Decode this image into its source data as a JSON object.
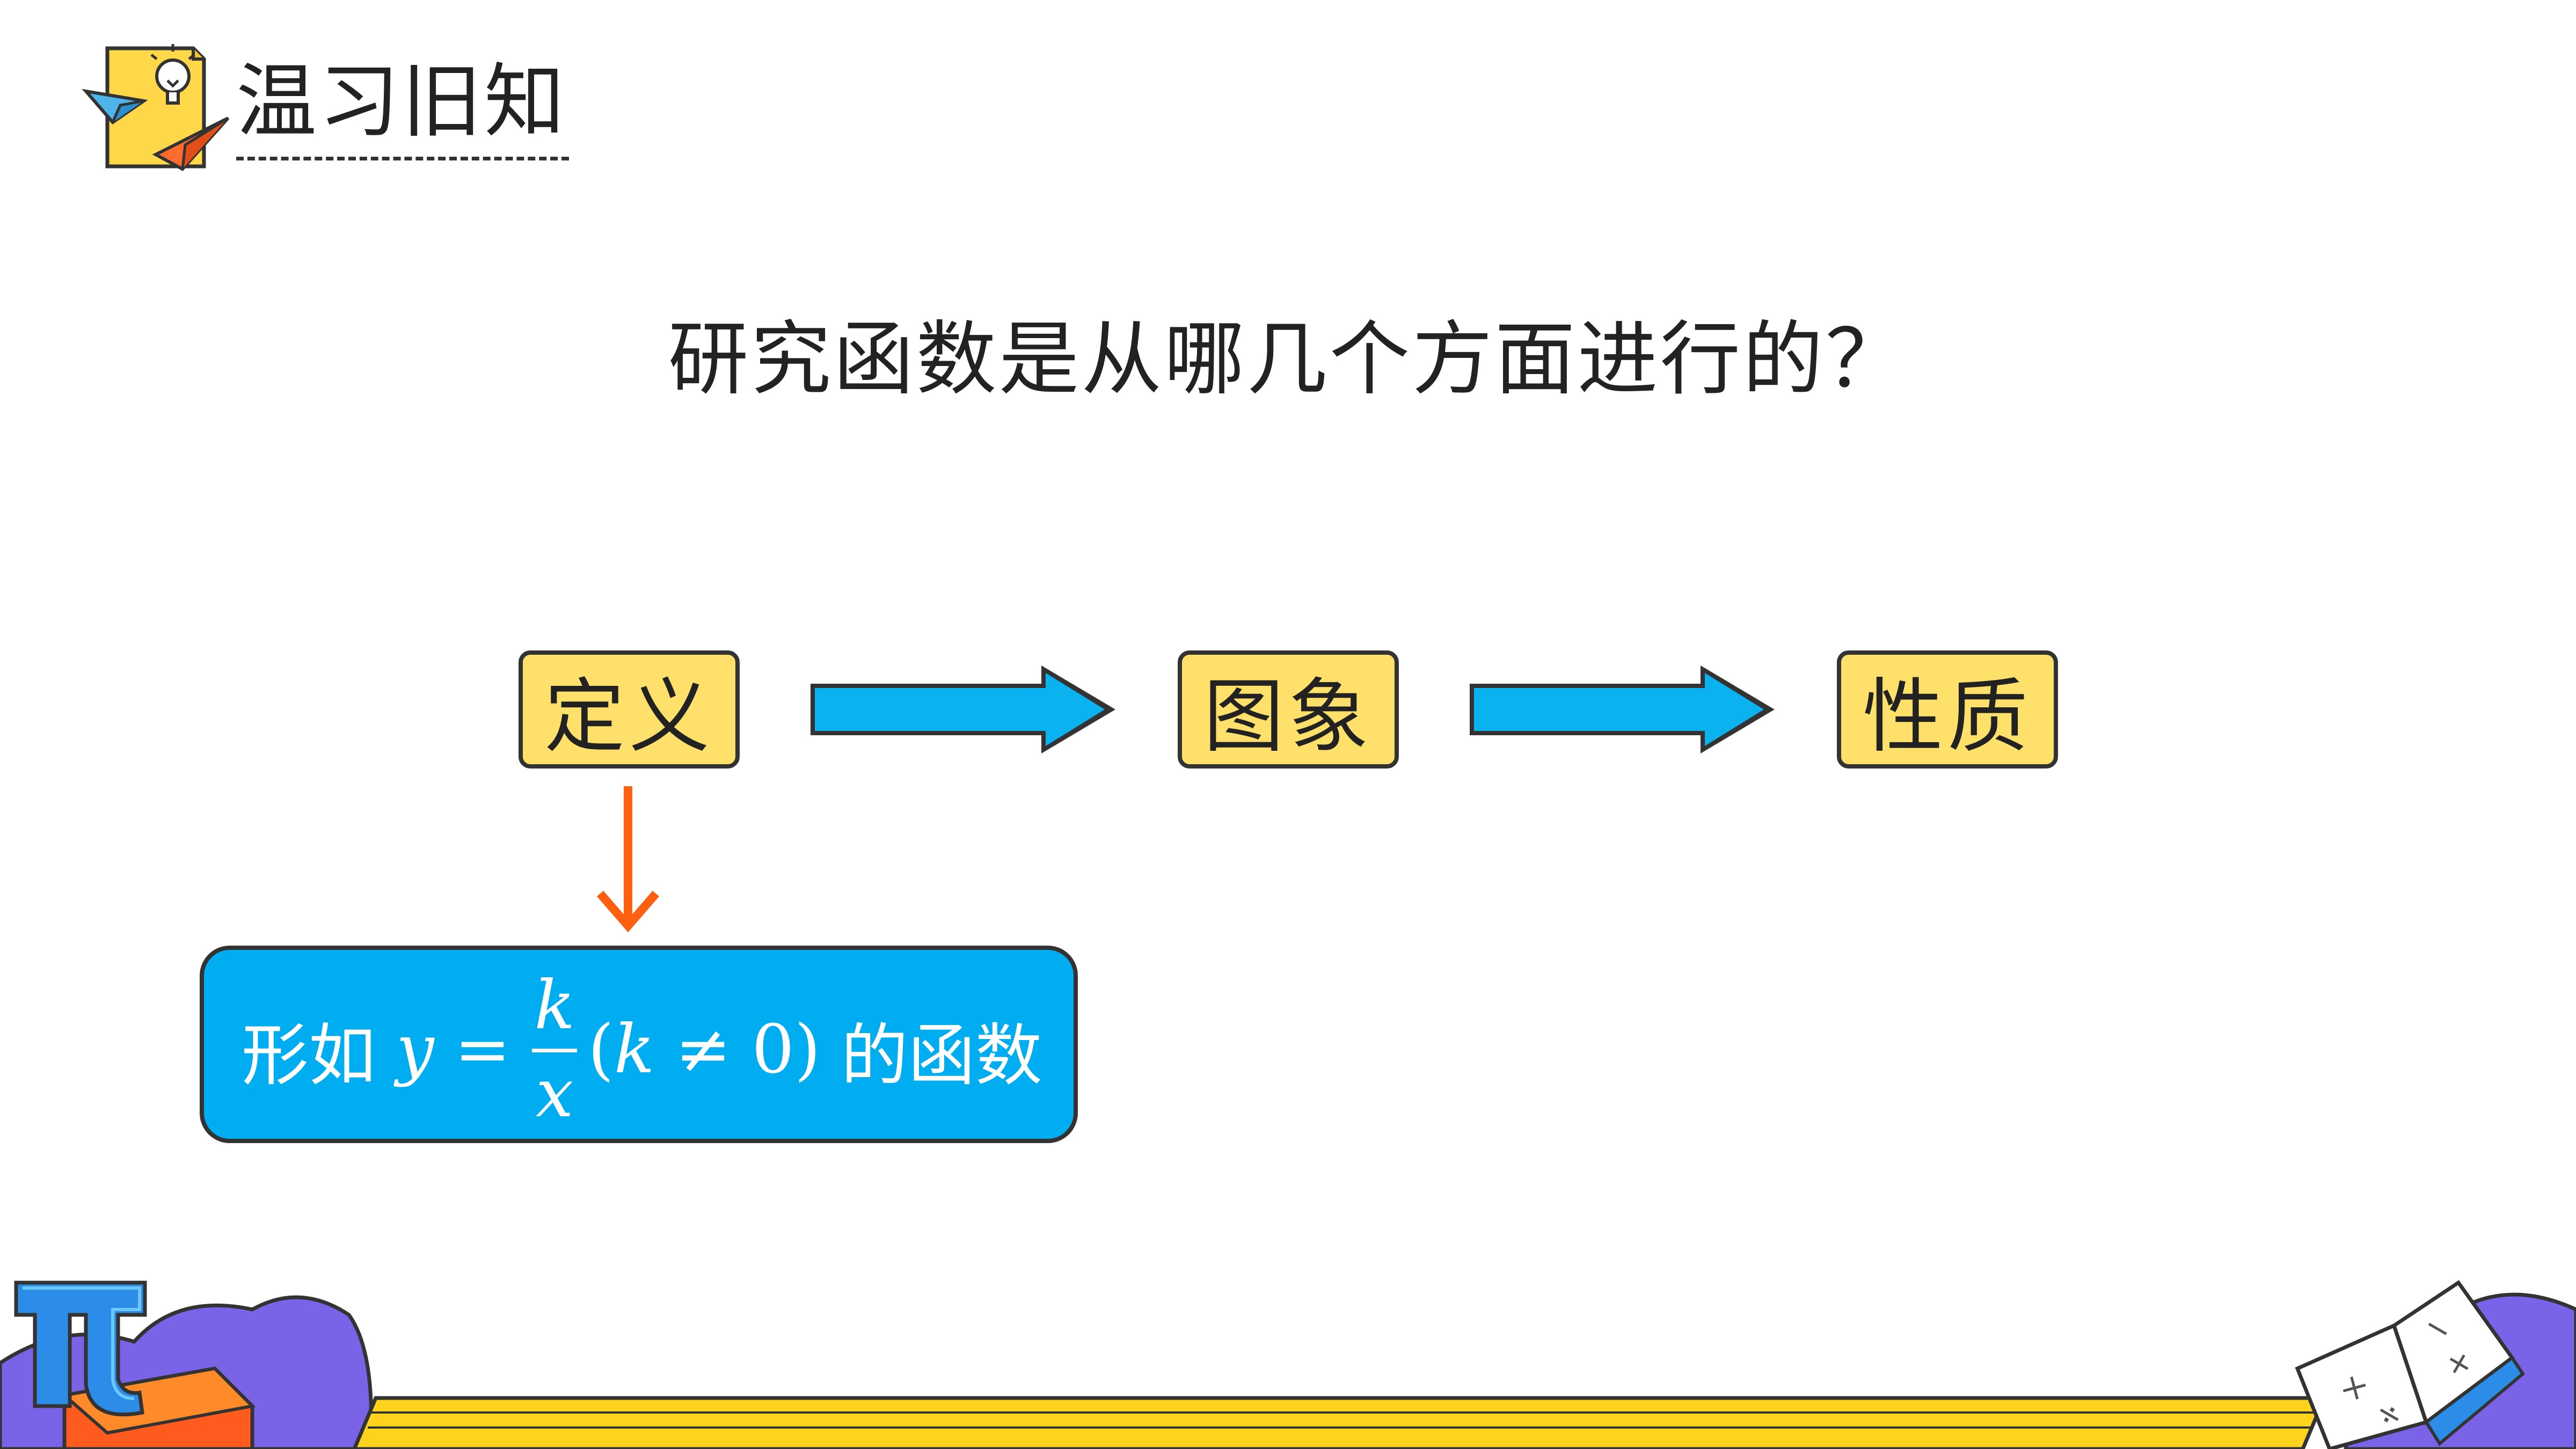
{
  "header": {
    "title": "温习旧知",
    "icon": "lightbulb-paper-planes-icon"
  },
  "question": "研究函数是从哪几个方面进行的？",
  "flow": {
    "definition": "定义",
    "graph": "图象",
    "property": "性质"
  },
  "formula": {
    "prefix": "形如",
    "y": "y",
    "eq": "=",
    "numerator": "k",
    "denominator": "x",
    "open": "(",
    "k": "k",
    "neq": "≠",
    "zero": "0",
    "close": ")",
    "suffix": "的函数"
  },
  "decorations": {
    "bottom_left": "pi-icon",
    "bottom_right": "open-book-icon"
  },
  "colors": {
    "box_fill": "#ffe06a",
    "arrow_blue": "#0ab3ef",
    "arrow_orange": "#ff6010",
    "formula_fill": "#00adf0",
    "stripe_yellow": "#ffd21e",
    "purple": "#7b63e8"
  }
}
